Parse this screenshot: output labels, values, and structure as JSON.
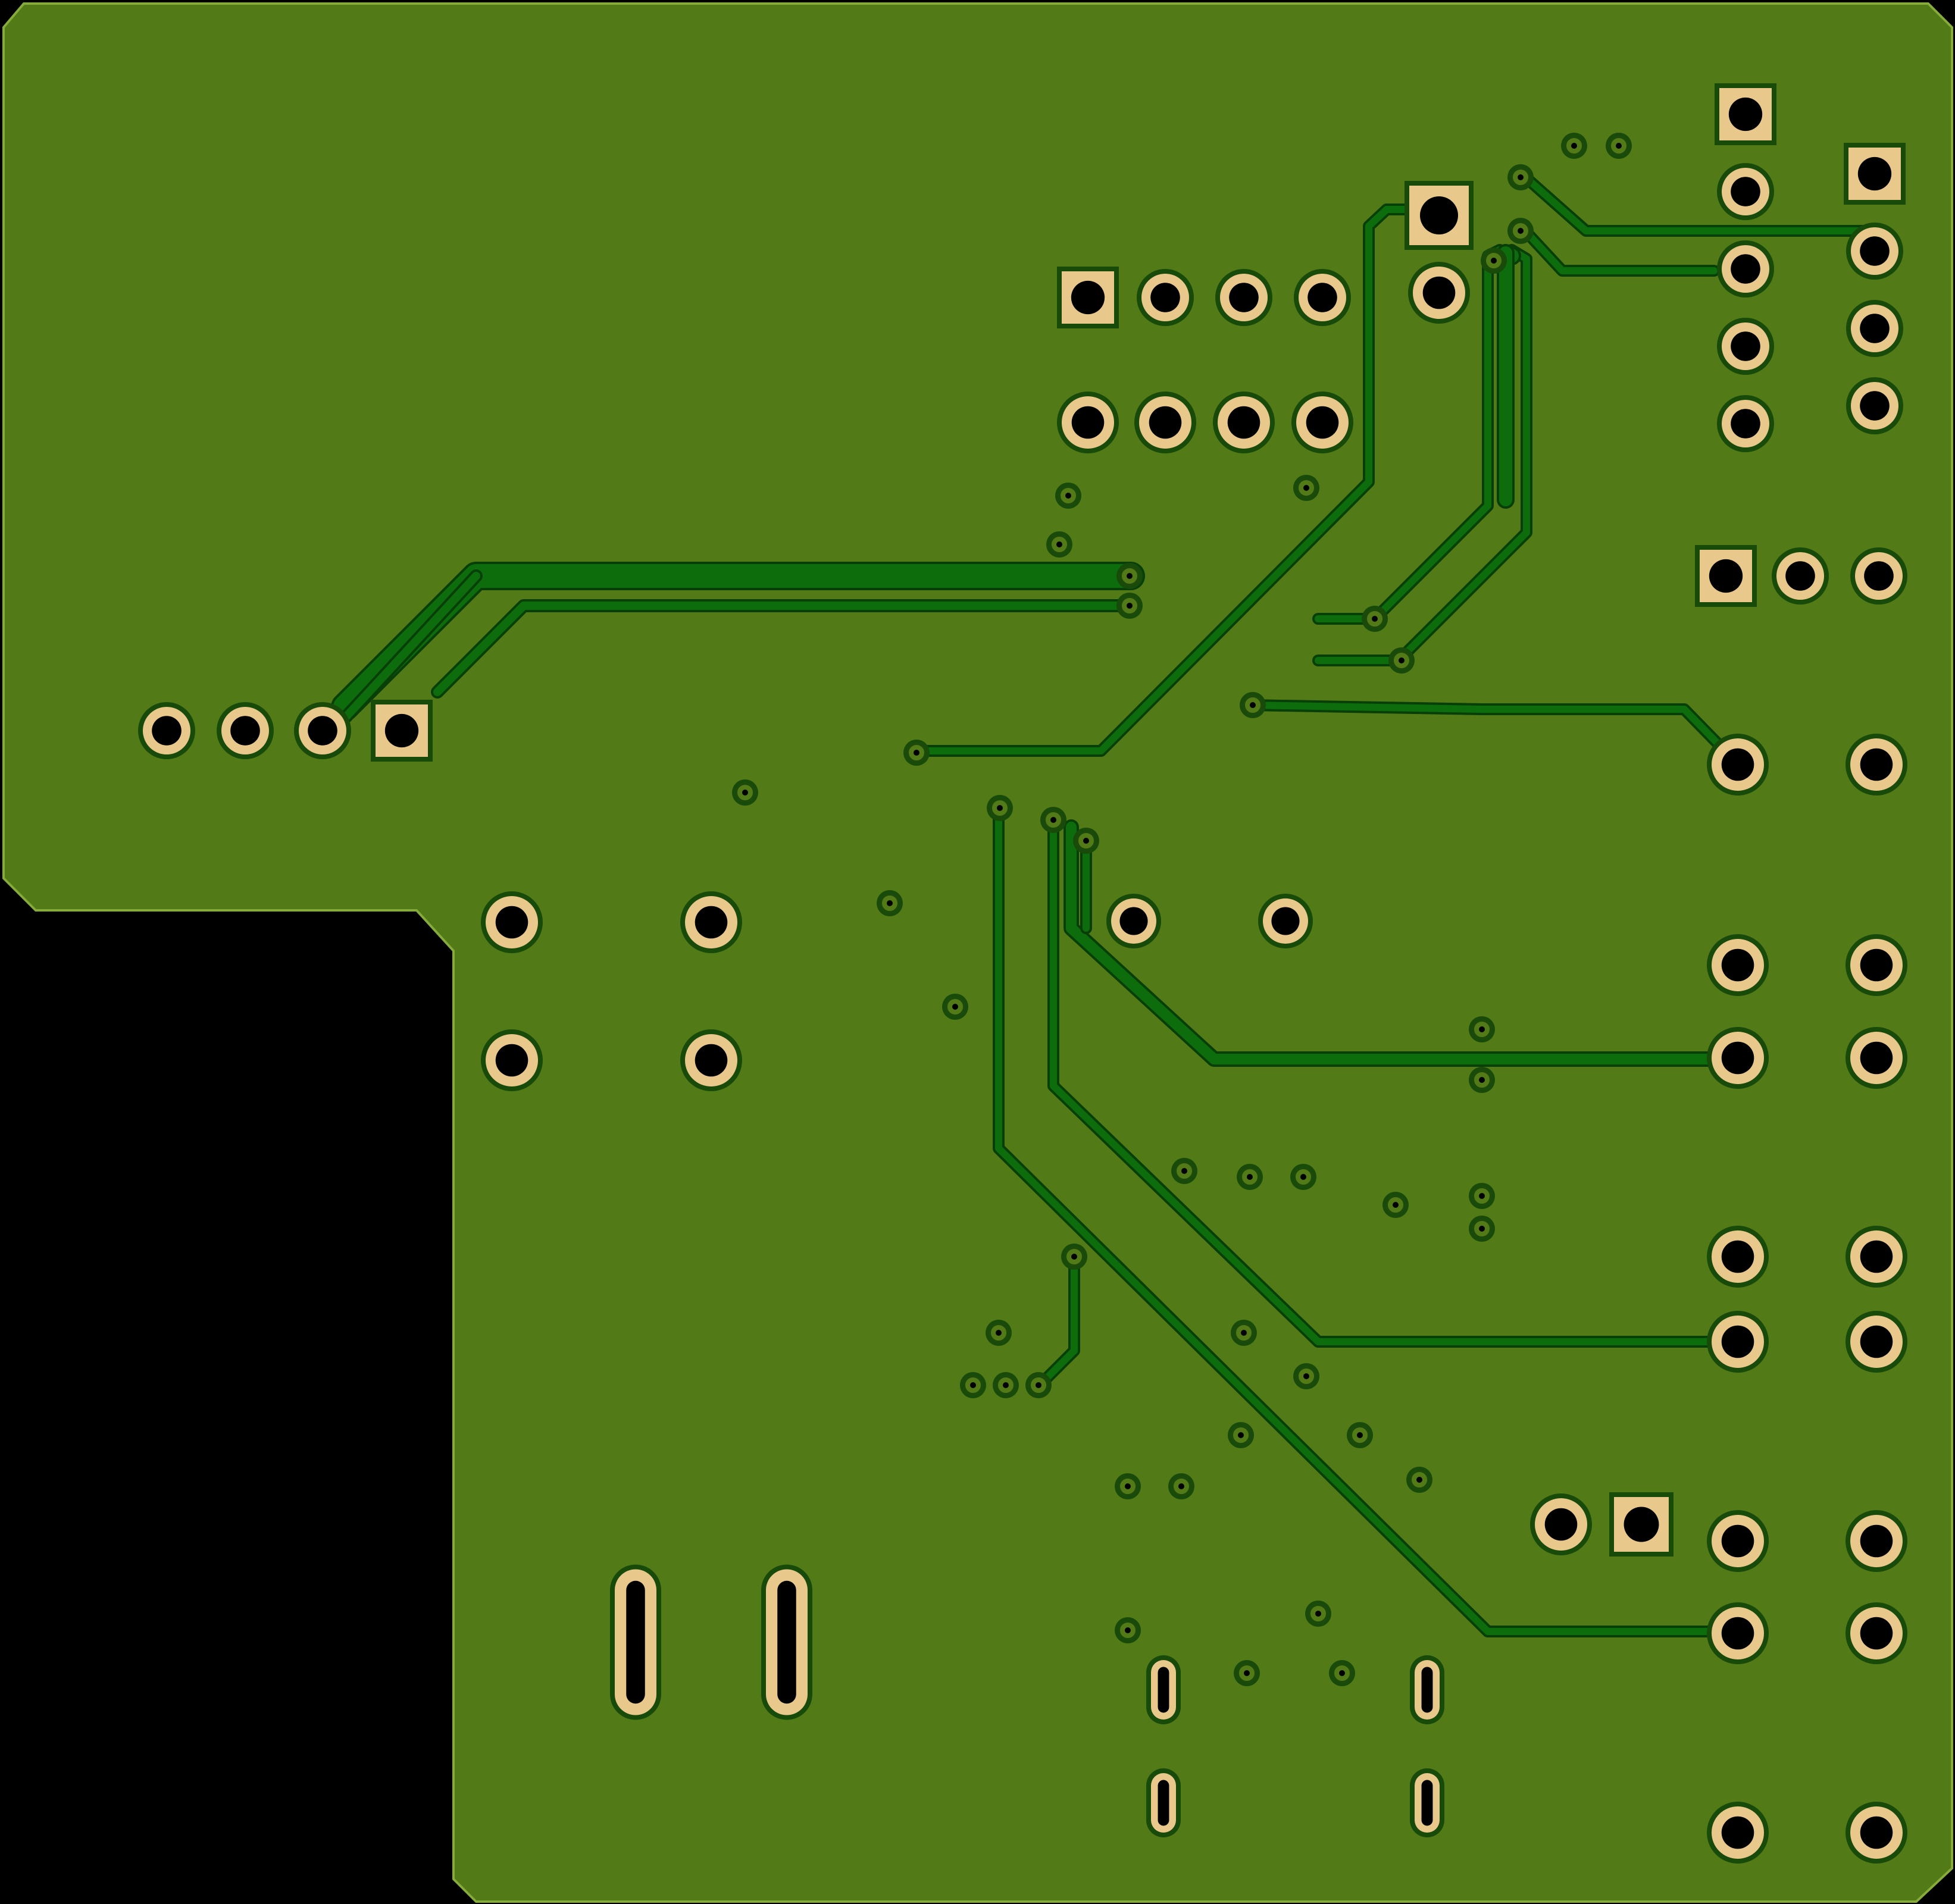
{
  "colors": {
    "background": "#000000",
    "copper_fill": "#527a17",
    "copper_edge": "#3f6110",
    "board_outline": "#86ab3c",
    "trace": "#0d6d0d",
    "trace_edge": "#083f08",
    "pad": "#e9c98b",
    "pad_clearance": "#184a0a",
    "drill": "#000000"
  },
  "layer": "bottom-copper",
  "components": {
    "header_1x4_left": {
      "pins": 4,
      "pin1": "square"
    },
    "header_2x4_top": {
      "pins": 8,
      "pin1": "square"
    },
    "header_1x2_top": {
      "pins": 2,
      "pin1": "square"
    },
    "header_1x5_right_a": {
      "pins": 5,
      "pin1": "square"
    },
    "header_1x4_right_b": {
      "pins": 4,
      "pin1": "square"
    },
    "header_1x3_right": {
      "pins": 3,
      "pin1": "square"
    },
    "header_1x2_bottom": {
      "pins": 2,
      "pin1": "square"
    },
    "terminal_pairs_right": {
      "rows": 8
    },
    "power_jack": {
      "slots": 2
    },
    "usb_connector": {
      "slots": 4
    }
  }
}
